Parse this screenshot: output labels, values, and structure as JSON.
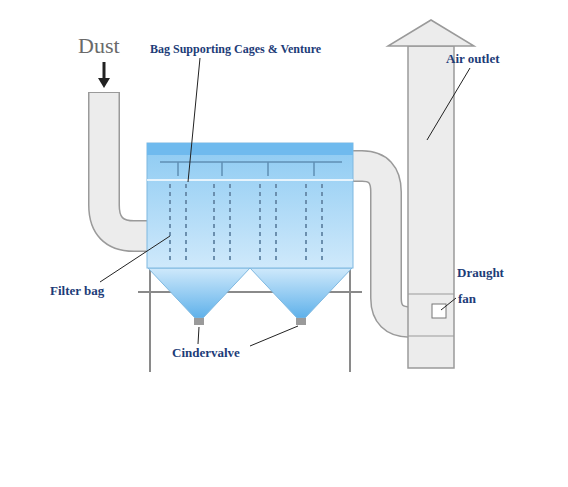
{
  "diagram": {
    "labels": [
      "Dust",
      "Bag Supporting Cages & Venture",
      "Air outlet",
      "Filter bag",
      "Draught",
      "fan",
      "Cindervalve"
    ]
  }
}
